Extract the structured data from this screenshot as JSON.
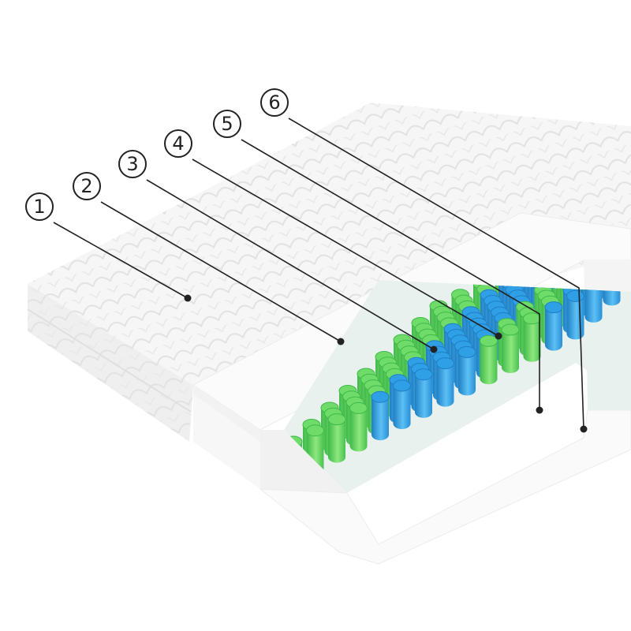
{
  "diagram": {
    "layers": [
      {
        "number": "1",
        "name": ""
      },
      {
        "number": "2",
        "name": ""
      },
      {
        "number": "3",
        "name": ""
      },
      {
        "number": "4",
        "name": ""
      },
      {
        "number": "5",
        "name": ""
      },
      {
        "number": "6",
        "name": ""
      }
    ],
    "colors": {
      "quilt_top": "#f4f4f4",
      "foam_layer": "#ffffff",
      "spring_green": "#6fdc6a",
      "spring_green_dark": "#3fb94a",
      "spring_blue": "#2f9fe6",
      "spring_blue_dark": "#1f7fc4",
      "callout_line": "#222222"
    }
  }
}
